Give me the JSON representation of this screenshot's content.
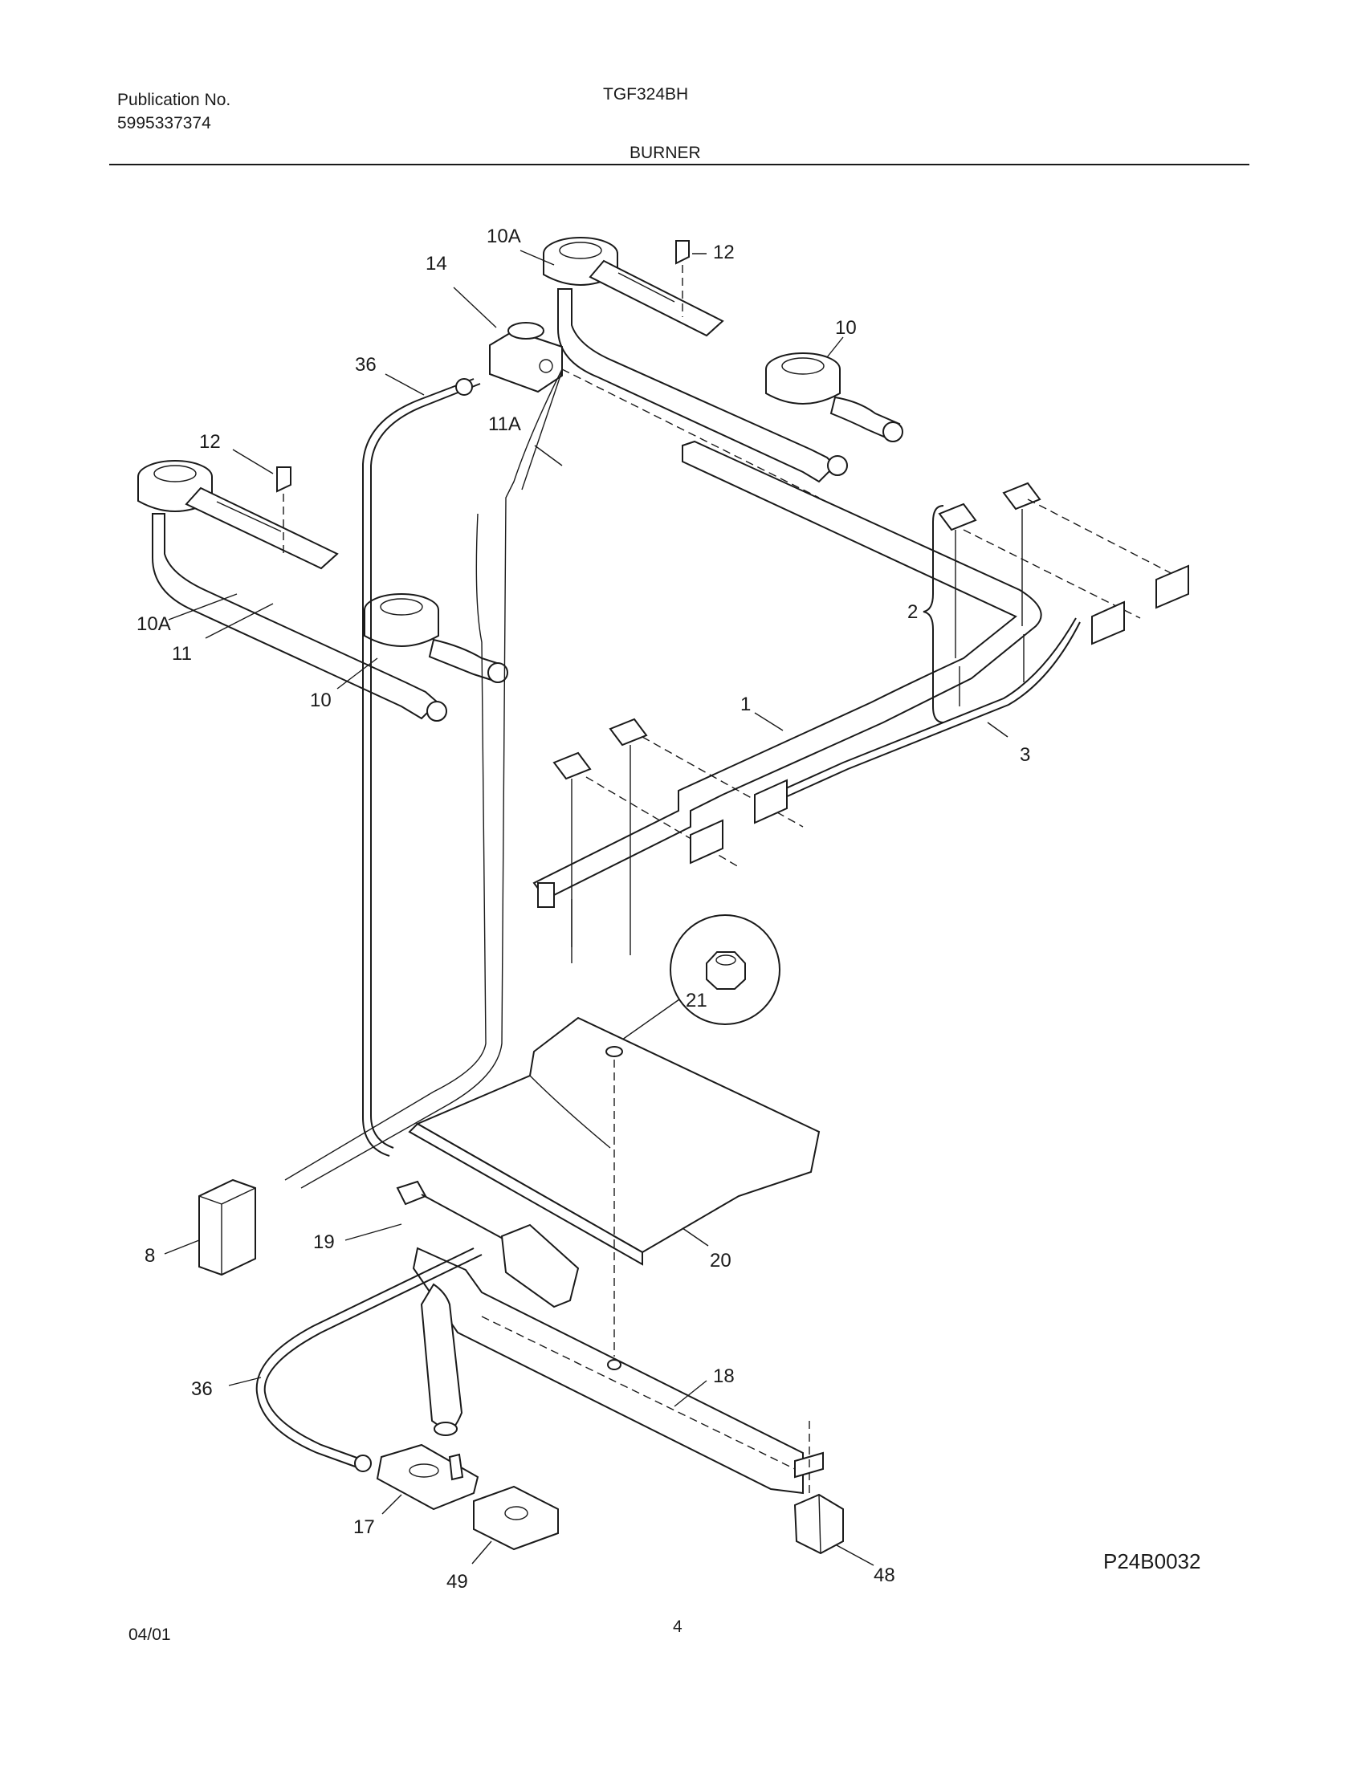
{
  "header": {
    "publication_label": "Publication No.",
    "publication_number": "5995337374",
    "model": "TGF324BH",
    "section": "BURNER"
  },
  "parts": [
    {
      "id": "p1",
      "label": "1"
    },
    {
      "id": "p2",
      "label": "2"
    },
    {
      "id": "p3",
      "label": "3"
    },
    {
      "id": "p8",
      "label": "8"
    },
    {
      "id": "p10a",
      "label": "10"
    },
    {
      "id": "p10b",
      "label": "10"
    },
    {
      "id": "p10A1",
      "label": "10A"
    },
    {
      "id": "p10A2",
      "label": "10A"
    },
    {
      "id": "p11",
      "label": "11"
    },
    {
      "id": "p11A",
      "label": "11A"
    },
    {
      "id": "p12a",
      "label": "12"
    },
    {
      "id": "p12b",
      "label": "12"
    },
    {
      "id": "p14",
      "label": "14"
    },
    {
      "id": "p17",
      "label": "17"
    },
    {
      "id": "p18",
      "label": "18"
    },
    {
      "id": "p19",
      "label": "19"
    },
    {
      "id": "p20",
      "label": "20"
    },
    {
      "id": "p21",
      "label": "21"
    },
    {
      "id": "p36a",
      "label": "36"
    },
    {
      "id": "p36b",
      "label": "36"
    },
    {
      "id": "p48",
      "label": "48"
    },
    {
      "id": "p49",
      "label": "49"
    }
  ],
  "footer": {
    "date": "04/01",
    "page": "4",
    "drawing_id": "P24B0032"
  }
}
